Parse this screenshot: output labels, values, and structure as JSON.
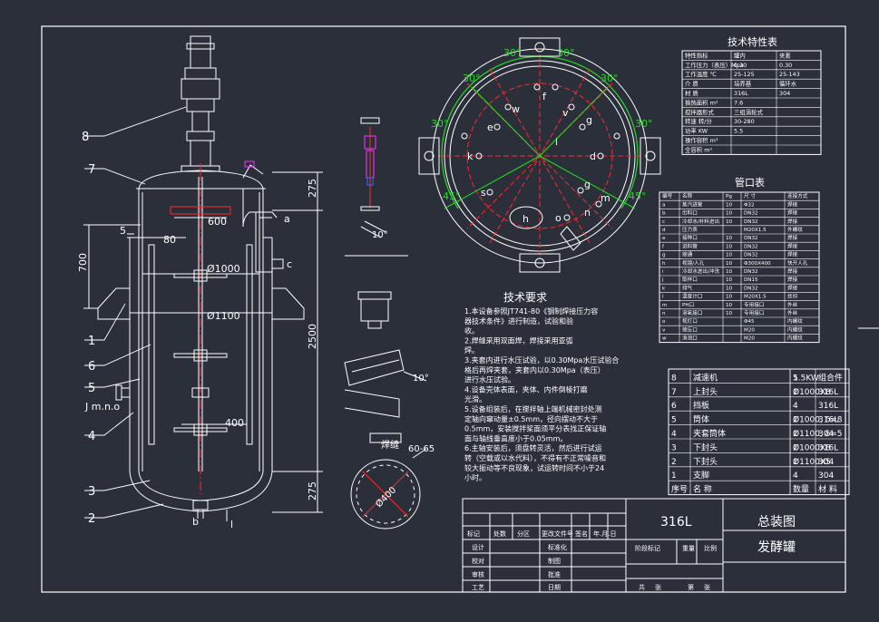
{
  "drawing": {
    "title_block": {
      "material": "316L",
      "drawing_name": "总装图",
      "part_name": "发酵罐",
      "headers_top": [
        "标记",
        "处数",
        "分区",
        "更改文件号",
        "签名",
        "年.月.日"
      ],
      "left_rows": [
        "设计",
        "校对",
        "审核",
        "工艺"
      ],
      "mid_rows": [
        "标准化",
        "制图",
        "批准",
        "日期"
      ],
      "right_labels": [
        "阶段标记",
        "重量",
        "比例"
      ],
      "bottom_labels": [
        "共",
        "张",
        "第",
        "张"
      ]
    },
    "tech_char_title": "技术特性表",
    "tech_char_header": [
      "特性指标",
      "罐内",
      "夹套"
    ],
    "tech_char_rows": [
      [
        "工作压力（表压）Mpa",
        "0.30",
        "0.30"
      ],
      [
        "工作温度 ℃",
        "25-125",
        "25-143"
      ],
      [
        "介 质",
        "培养基",
        "循环水"
      ],
      [
        "材 质",
        "316L",
        "304"
      ],
      [
        "换热面积 m²",
        "7.6",
        ""
      ],
      [
        "搅拌器形式",
        "三组涡轮式",
        ""
      ],
      [
        "转速 转/分",
        "30-280",
        ""
      ],
      [
        "功率 KW",
        "5.5",
        ""
      ],
      [
        "操作容积 m³",
        "",
        ""
      ],
      [
        "全容积 m³",
        "",
        ""
      ]
    ],
    "nozzle_title": "管口表",
    "nozzle_header": [
      "编号",
      "名称",
      "Pg",
      "尺 寸",
      "连接方式"
    ],
    "nozzle_rows": [
      [
        "a",
        "蒸汽进管",
        "10",
        "Φ32",
        "焊接"
      ],
      [
        "b",
        "出料口",
        "10",
        "DN32",
        "焊接"
      ],
      [
        "c",
        "冷却水/补料进出",
        "10",
        "DN32",
        "焊接"
      ],
      [
        "d",
        "压力表",
        "",
        "M20X1.5",
        "外螺纹"
      ],
      [
        "e",
        "接种口",
        "10",
        "DN32",
        "焊接"
      ],
      [
        "f",
        "进料管",
        "10",
        "DN32",
        "焊接"
      ],
      [
        "g",
        "接通",
        "10",
        "DN32",
        "焊接"
      ],
      [
        "h",
        "视镜/人孔",
        "10",
        "Φ300X400",
        "快开人孔"
      ],
      [
        "i",
        "冷却水进出/冲洗",
        "10",
        "DN32",
        "焊接"
      ],
      [
        "j",
        "取样口",
        "10",
        "DN15",
        "焊接"
      ],
      [
        "k",
        "排气",
        "10",
        "DN32",
        "焊接"
      ],
      [
        "l",
        "温度计口",
        "10",
        "M20X1.5",
        "丝扣"
      ],
      [
        "m",
        "PH口",
        "10",
        "专用接口",
        "外丝"
      ],
      [
        "n",
        "溶氧接口",
        "10",
        "专用接口",
        "外丝"
      ],
      [
        "o",
        "视灯口",
        "",
        "Φ45",
        "内螺纹"
      ],
      [
        "v",
        "接压口",
        "",
        "M20",
        "内螺纹"
      ],
      [
        "w",
        "消泡口",
        "",
        "M20",
        "内螺纹"
      ]
    ],
    "parts_header": [
      "序号",
      "名 称",
      "",
      "数量",
      "材 料"
    ],
    "parts_rows": [
      [
        "8",
        "减速机",
        "5.5KW",
        "1",
        "组合件"
      ],
      [
        "7",
        "上封头",
        "Ø1000X8",
        "1",
        "316L"
      ],
      [
        "6",
        "挡板",
        "",
        "4",
        "316L"
      ],
      [
        "5",
        "筒体",
        "Ø1000, δ=8",
        "1",
        "316L"
      ],
      [
        "4",
        "夹套筒体",
        "Ø1100, δ=5",
        "1",
        "304"
      ],
      [
        "3",
        "下封头",
        "Ø1000X8",
        "1",
        "316L"
      ],
      [
        "2",
        "下封头",
        "Ø1100X5",
        "1",
        "304"
      ],
      [
        "1",
        "支脚",
        "",
        "4",
        "304"
      ]
    ],
    "tech_req_title": "技术要求",
    "tech_req_lines": [
      "1.本设备参照JT741-80《钢制焊接压力容",
      "器技术条件》进行制造，试验和验",
      "收。",
      "2.焊缝采用双面焊，焊接采用亚弧",
      "焊。",
      "3.夹套内进行水压试验，以0.30Mpa水压试验合",
      "格后再焊夹套，夹套内以0.30Mpa（表压）",
      "进行水压试验。",
      "4.设备壳体表面，夹体、内件倒棱打磨",
      "光滑。",
      "5.设备组装后，在搅拌轴上端机械密封处测",
      "定轴向窜动量±0.5mm，径向摆动不大于",
      "0.5mm，安装搅拌桨面须平分表找正保证轴",
      "面与轴线垂直度小于0.05mm。",
      "6.主轴安装后，须盘转灵活，然后进行试运",
      "转（空载或以水代料），不得有不正常噪音和",
      "较大振动等不良现象，试运转时间不小于24",
      "小时。"
    ],
    "elev_dims": {
      "d600": "600",
      "d1000": "Ø1000",
      "d1100": "Ø1100",
      "d400": "400",
      "d80": "80",
      "d5": "5",
      "h275a": "275",
      "h700": "700",
      "h2500": "2500",
      "h275b": "275"
    },
    "elev_callouts": [
      "1",
      "2",
      "3",
      "4",
      "5",
      "6",
      "7",
      "8"
    ],
    "elev_nozzles": {
      "a": "a",
      "c": "c",
      "jmno": "J m.n.o",
      "b": "b",
      "l": "l"
    },
    "plan_angles": [
      "30°",
      "30°",
      "30°",
      "30°",
      "30°",
      "30°",
      "45°",
      "45°"
    ],
    "plan_letters": [
      "w",
      "e",
      "f",
      "v",
      "g",
      "g",
      "i",
      "k",
      "d",
      "s",
      "h",
      "o",
      "m",
      "n"
    ],
    "detail_labels": {
      "a10": "10°",
      "a10b": "10°",
      "d400": "Ø400",
      "h60": "60-65",
      "weld": "焊缝"
    }
  },
  "colors": {
    "bg": "#2b2f3a",
    "line": "#ffffff",
    "red": "#ff2a2a",
    "green": "#22dd22",
    "magenta": "#ff33ff",
    "blue": "#3a6bff"
  }
}
